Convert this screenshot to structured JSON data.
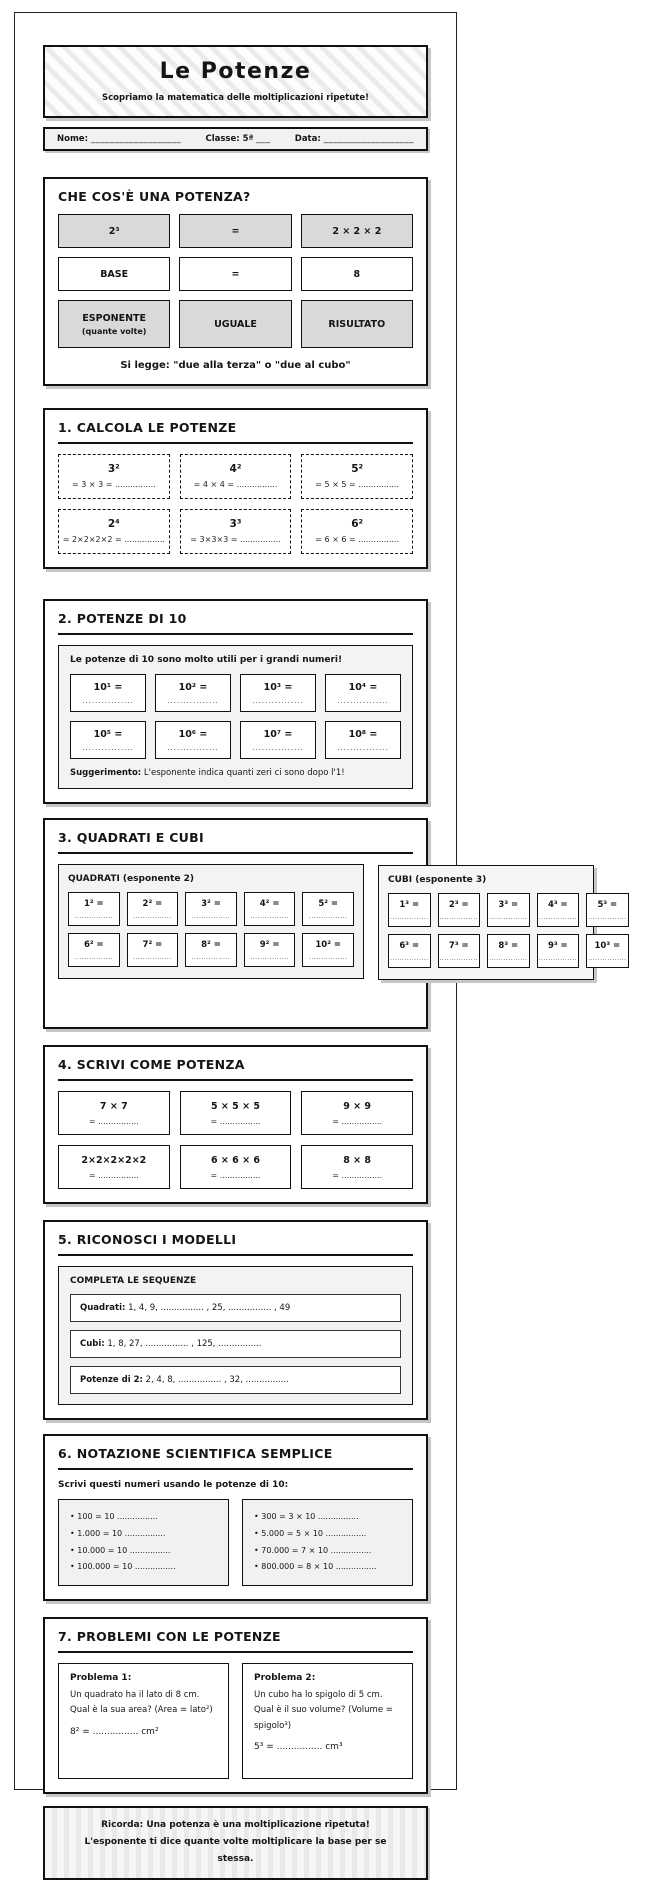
{
  "header": {
    "title": "Le Potenze",
    "subtitle": "Scopriamo la matematica delle moltiplicazioni ripetute!"
  },
  "info": {
    "name_label": "Nome:",
    "name_line": "___________________",
    "class_label": "Classe: 5ª",
    "class_line": "___",
    "date_label": "Data:",
    "date_line": "___________________"
  },
  "intro": {
    "title": "CHE COS'È UNA POTENZA?",
    "row1": [
      "2³",
      "=",
      "2 × 2 × 2"
    ],
    "row2": [
      "BASE",
      "=",
      "8"
    ],
    "row3": [
      "ESPONENTE",
      "UGUALE",
      "RISULTATO"
    ],
    "row3_sub": "(quante volte)",
    "caption": "Si legge: \"due alla terza\" o \"due al cubo\""
  },
  "calcola": {
    "title": "1. CALCOLA LE POTENZE",
    "items": [
      {
        "power": "3²",
        "expr": "= 3 × 3 = ................"
      },
      {
        "power": "4²",
        "expr": "= 4 × 4 = ................"
      },
      {
        "power": "5²",
        "expr": "= 5 × 5 = ................"
      },
      {
        "power": "2⁴",
        "expr": "= 2×2×2×2 = ................"
      },
      {
        "power": "3³",
        "expr": "= 3×3×3 = ................"
      },
      {
        "power": "6²",
        "expr": "= 6 × 6 = ................"
      }
    ]
  },
  "potenze10": {
    "title": "2. POTENZE DI 10",
    "intro": "Le potenze di 10 sono molto utili per i grandi numeri!",
    "items": [
      "10¹ =",
      "10² =",
      "10³ =",
      "10⁴ =",
      "10⁵ =",
      "10⁶ =",
      "10⁷ =",
      "10⁸ ="
    ],
    "dots": "................",
    "hint_label": "Suggerimento:",
    "hint_text": "L'esponente indica quanti zeri ci sono dopo l'1!"
  },
  "quadcubi": {
    "title": "3. QUADRATI E CUBI",
    "quadrati_title": "QUADRATI (esponente 2)",
    "cubi_title": "CUBI (esponente 3)",
    "quadrati": [
      "1² =",
      "2² =",
      "3² =",
      "4² =",
      "5² =",
      "6² =",
      "7² =",
      "8² =",
      "9² =",
      "10² ="
    ],
    "cubi": [
      "1³ =",
      "2³ =",
      "3³ =",
      "4³ =",
      "5³ =",
      "6³ =",
      "7³ =",
      "8³ =",
      "9³ =",
      "10³ ="
    ],
    "dots": "................"
  },
  "scrivi": {
    "title": "4. SCRIVI COME POTENZA",
    "items": [
      "7 × 7",
      "5 × 5 × 5",
      "9 × 9",
      "2×2×2×2×2",
      "6 × 6 × 6",
      "8 × 8"
    ],
    "answer": "= ................"
  },
  "modelli": {
    "title": "5. RICONOSCI I MODELLI",
    "subtitle": "COMPLETA LE SEQUENZE",
    "sequences": [
      {
        "label": "Quadrati:",
        "text": "1, 4, 9, ................ , 25, ................ , 49"
      },
      {
        "label": "Cubi:",
        "text": "1, 8, 27, ................ , 125, ................"
      },
      {
        "label": "Potenze di 2:",
        "text": "2, 4, 8, ................ , 32, ................"
      }
    ]
  },
  "notazione": {
    "title": "6. NOTAZIONE SCIENTIFICA SEMPLICE",
    "intro": "Scrivi questi numeri usando le potenze di 10:",
    "left": [
      "• 100 = 10 ................",
      "• 1.000 = 10 ................",
      "• 10.000 = 10 ................",
      "• 100.000 = 10 ................"
    ],
    "right": [
      "• 300 = 3 × 10 ................",
      "• 5.000 = 5 × 10 ................",
      "• 70.000 = 7 × 10 ................",
      "• 800.000 = 8 × 10 ................"
    ]
  },
  "problemi": {
    "title": "7. PROBLEMI CON LE POTENZE",
    "p1": {
      "label": "Problema 1:",
      "text": "Un quadrato ha il lato di 8 cm. Qual è la sua area? (Area = lato²)",
      "formula": "8² = ................ cm²"
    },
    "p2": {
      "label": "Problema 2:",
      "text": "Un cubo ha lo spigolo di 5 cm. Qual è il suo volume? (Volume = spigolo³)",
      "formula": "5³ = ................ cm³"
    }
  },
  "footer": {
    "label": "Ricorda:",
    "text": "Una potenza è una moltiplicazione ripetuta! L'esponente ti dice quante volte moltiplicare la base per se stessa."
  }
}
